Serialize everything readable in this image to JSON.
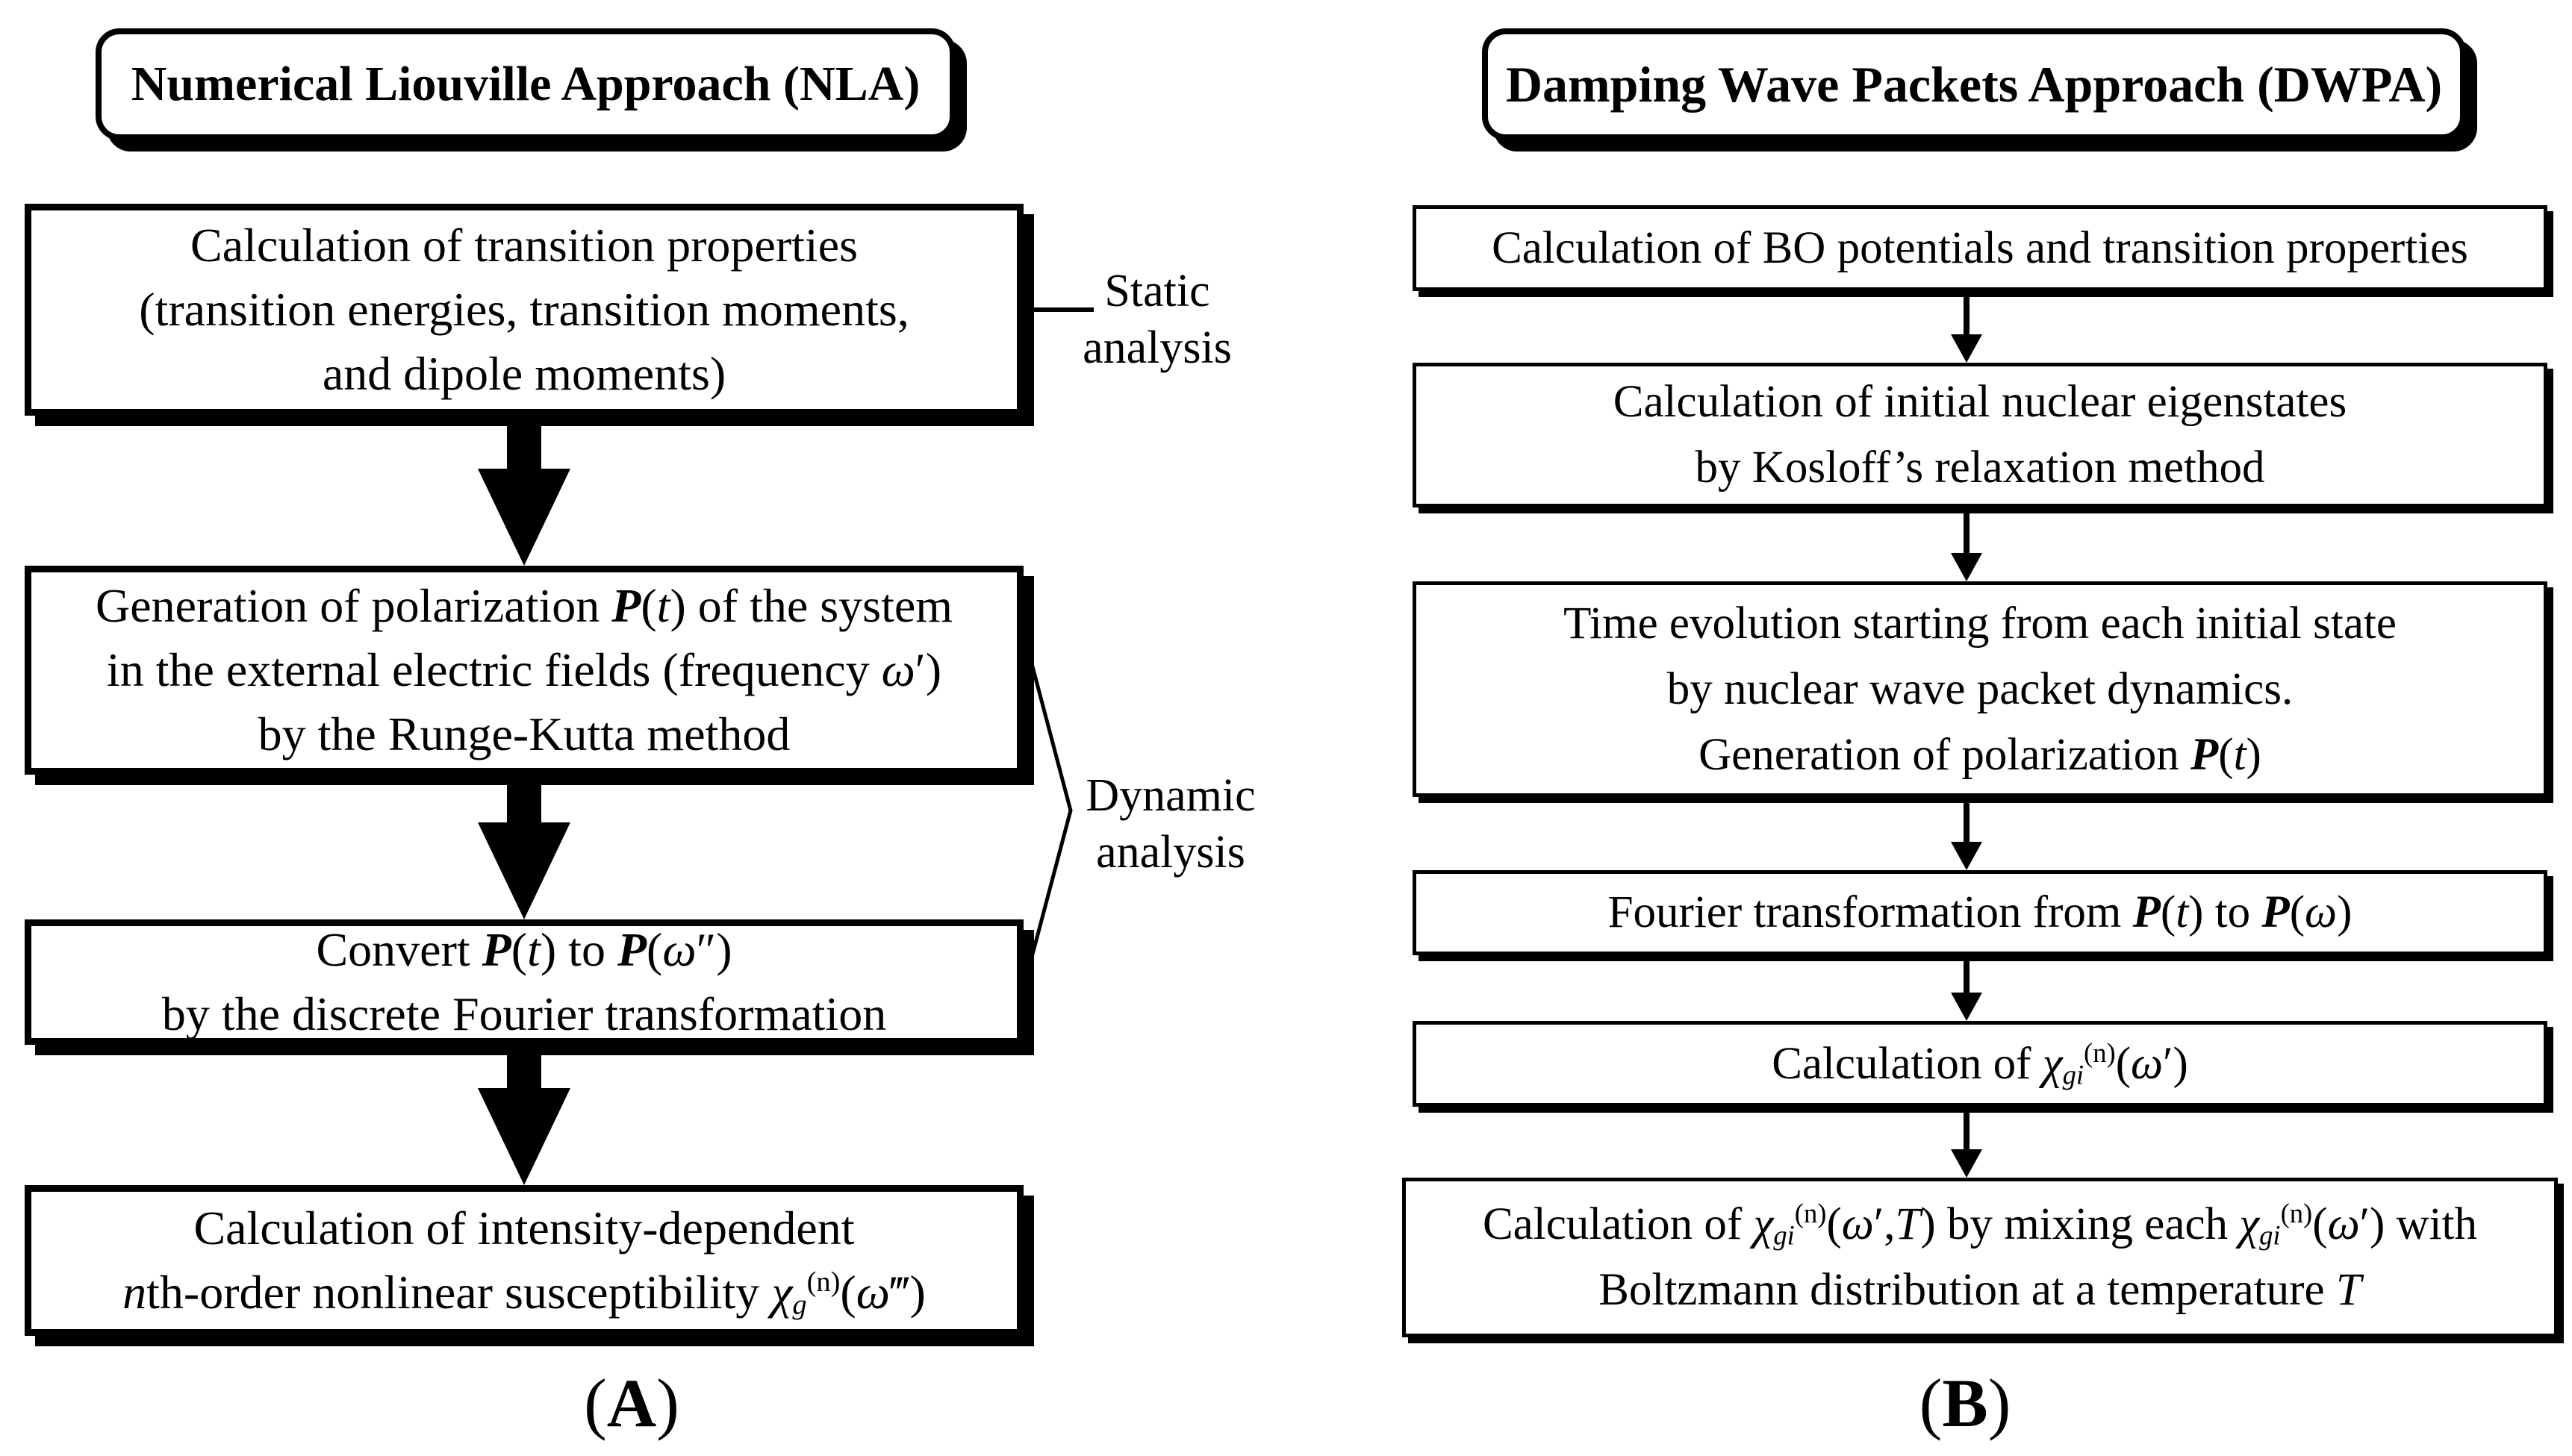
{
  "figure": {
    "panel_a_label": "(<b>A</b>)",
    "panel_b_label": "(<b>B</b>)"
  },
  "nla": {
    "title": "Numerical Liouville Approach (NLA)",
    "steps": [
      "Calculation of transition properties<br>(transition energies, transition moments,<br>and dipole moments)",
      "Generation of polarization <b><i>P</i></b>(<i>t</i>) of the system<br>in the external electric fields (frequency <i>ω</i>′)<br>by the Runge-Kutta method",
      "Convert <b><i>P</i></b>(<i>t</i>) to <b><i>P</i></b>(<i>ω</i>″)<br>by the discrete Fourier transformation",
      "Calculation of intensity-dependent<br><i>n</i>th-order nonlinear susceptibility <i>χ</i><sub><i>g</i></sub><sup>(n)</sup>(<i>ω</i>‴)"
    ],
    "annotations": {
      "static": "Static<br>analysis",
      "dynamic": "Dynamic<br>analysis"
    }
  },
  "dwpa": {
    "title": "Damping Wave Packets Approach (DWPA)",
    "steps": [
      "Calculation of BO potentials and transition properties",
      "Calculation of initial nuclear eigenstates<br>by Kosloff’s relaxation method",
      "Time evolution starting from each initial state<br>by nuclear wave packet dynamics.<br>Generation of polarization <b><i>P</i></b>(<i>t</i>)",
      "Fourier transformation from <b><i>P</i></b>(<i>t</i>) to <b><i>P</i></b>(<i>ω</i>)",
      "Calculation of <i>χ</i><sub><i>gi</i></sub><sup>(n)</sup>(<i>ω</i>′)",
      "Calculation of <i>χ</i><sub><i>gi</i></sub><sup>(n)</sup>(<i>ω</i>′,<i>T</i>) by mixing each <i>χ</i><sub><i>gi</i></sub><sup>(n)</sup>(<i>ω</i>′) with<br>Boltzmann distribution at a temperature <i>T</i>"
    ]
  }
}
